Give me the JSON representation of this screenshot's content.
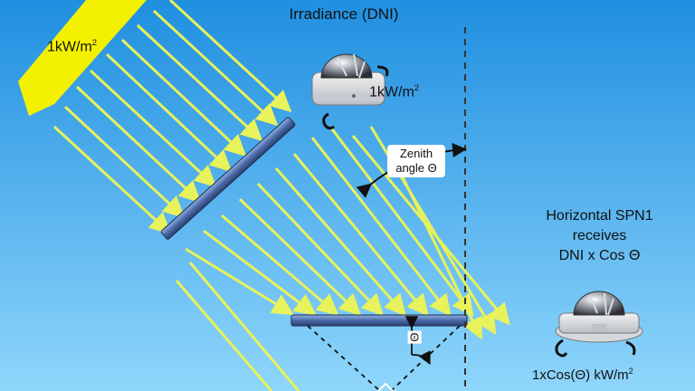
{
  "diagram": {
    "top_label": "Irradiance (DNI)",
    "sun_value": "1kW/m",
    "sun_value_sup": "2",
    "sensor1_value": "1kW/m",
    "sensor1_value_sup": "2",
    "zenith_line1": "Zenith",
    "zenith_line2": "angle Θ",
    "horizontal_line1": "Horizontal SPN1",
    "horizontal_line2": "receives",
    "horizontal_line3": "DNI x Cos Θ",
    "theta_symbol": "Θ",
    "sensor2_value": "1xCos(Θ) kW/m",
    "sensor2_value_sup": "2"
  },
  "colors": {
    "sky_top": "#1f8fe0",
    "sky_bottom": "#8fd6fb",
    "ray": "#e8f25a",
    "sun": "#f4f100",
    "panel": "#4a6aa8"
  }
}
